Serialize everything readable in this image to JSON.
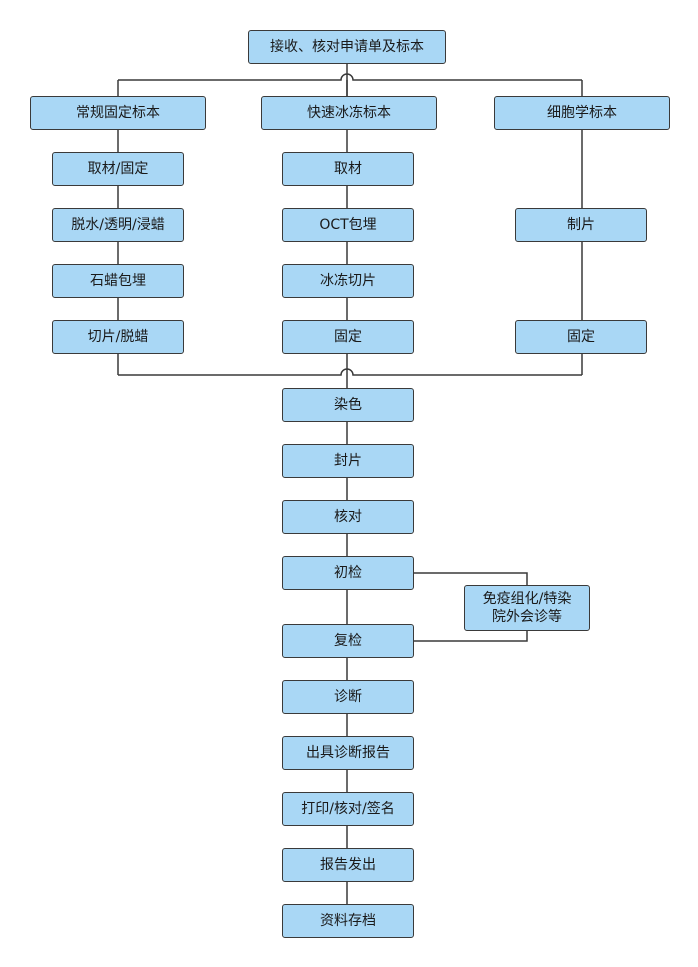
{
  "nodes": {
    "start": "接收、核对申请单及标本",
    "routine": "常规固定标本",
    "frozen": "快速冰冻标本",
    "cyto": "细胞学标本",
    "r1": "取材/固定",
    "r2": "脱水/透明/浸蜡",
    "r3": "石蜡包埋",
    "r4": "切片/脱蜡",
    "f1": "取材",
    "f2": "OCT包埋",
    "f3": "冰冻切片",
    "f4": "固定",
    "c1": "制片",
    "c2": "固定",
    "stain": "染色",
    "seal": "封片",
    "check": "核对",
    "first": "初检",
    "consult": "免疫组化/特染\n院外会诊等",
    "second": "复检",
    "diag": "诊断",
    "issue": "出具诊断报告",
    "print": "打印/核对/签名",
    "send": "报告发出",
    "archive": "资料存档"
  }
}
